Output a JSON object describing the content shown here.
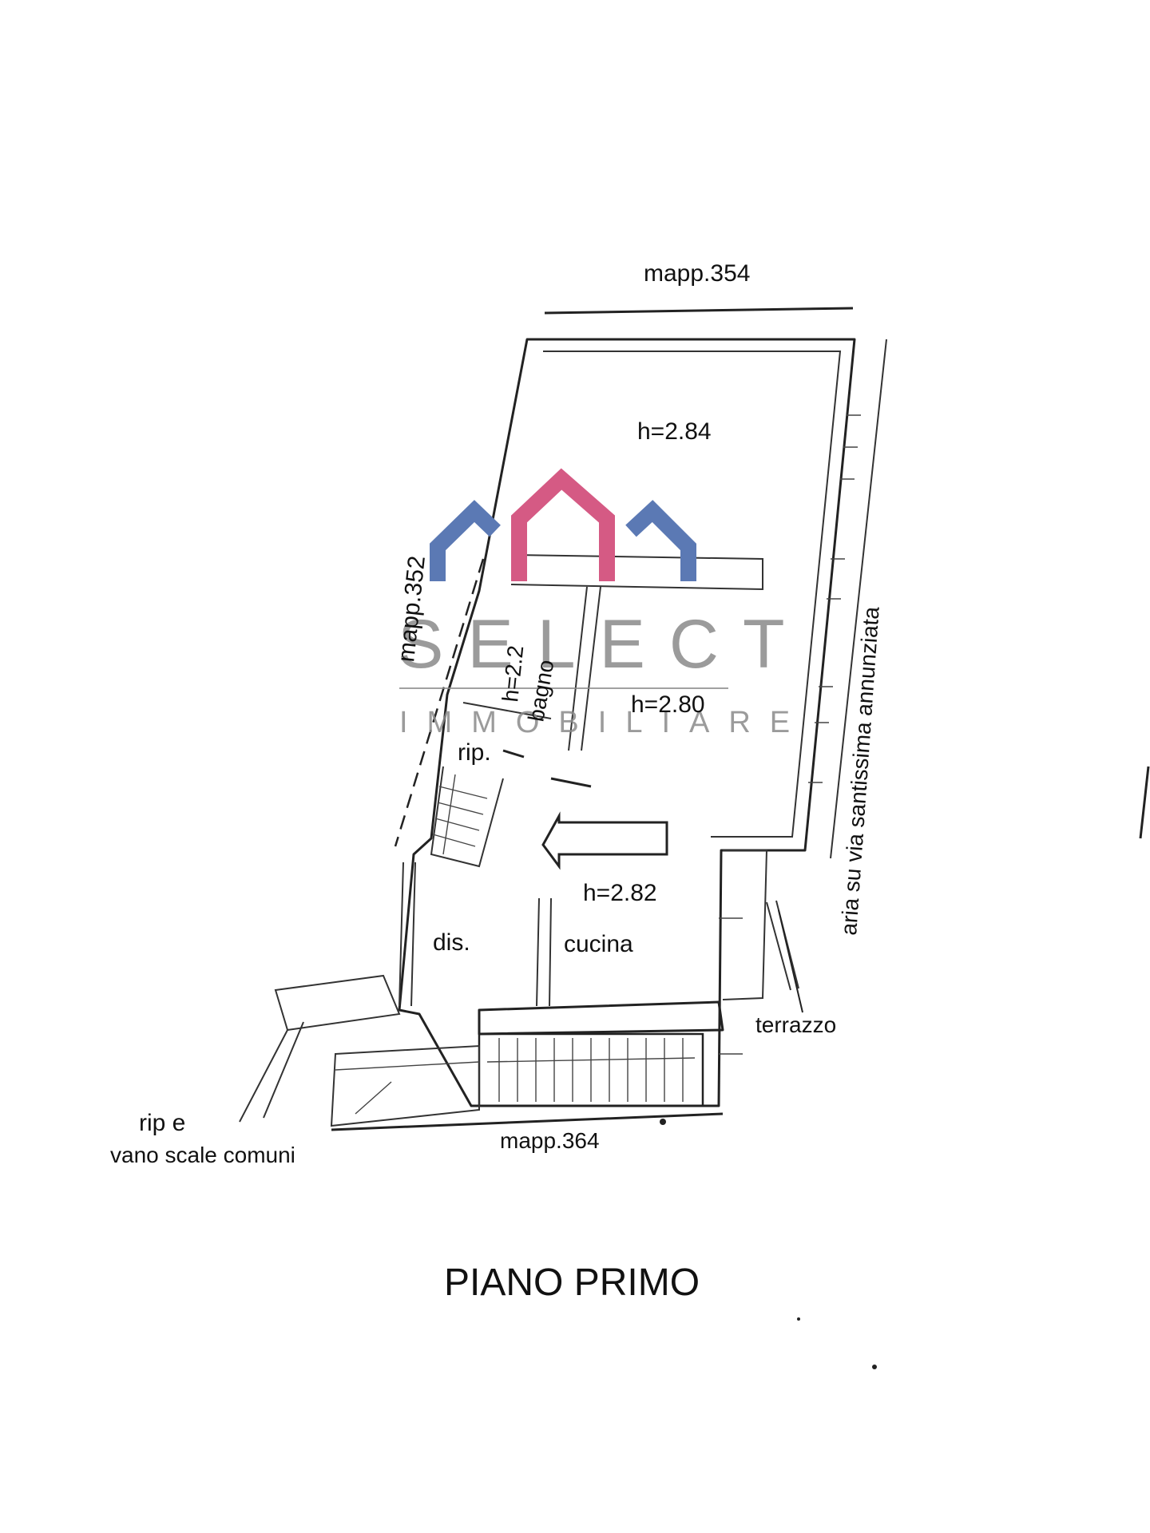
{
  "labels": {
    "mapp_top": "mapp.354",
    "mapp_left": "mapp.352",
    "mapp_bottom": "mapp.364",
    "street_side": "aria su via santissima annunziata",
    "h_top": "h=2.84",
    "h_bagno": "h=2.2",
    "bagno": "bagno",
    "h_mid": "h=2.80",
    "rip": "rip.",
    "h_cucina": "h=2.82",
    "dis": "dis.",
    "cucina": "cucina",
    "terrazzo": "terrazzo",
    "rip_e_line1": "rip e",
    "rip_e_line2": "vano scale comuni",
    "floor_title": "PIANO PRIMO"
  },
  "watermark": {
    "brand": "SELECT",
    "sub": "IMMOBILIARE",
    "color_blue": "#5b79b4",
    "color_pink": "#d55a84"
  }
}
